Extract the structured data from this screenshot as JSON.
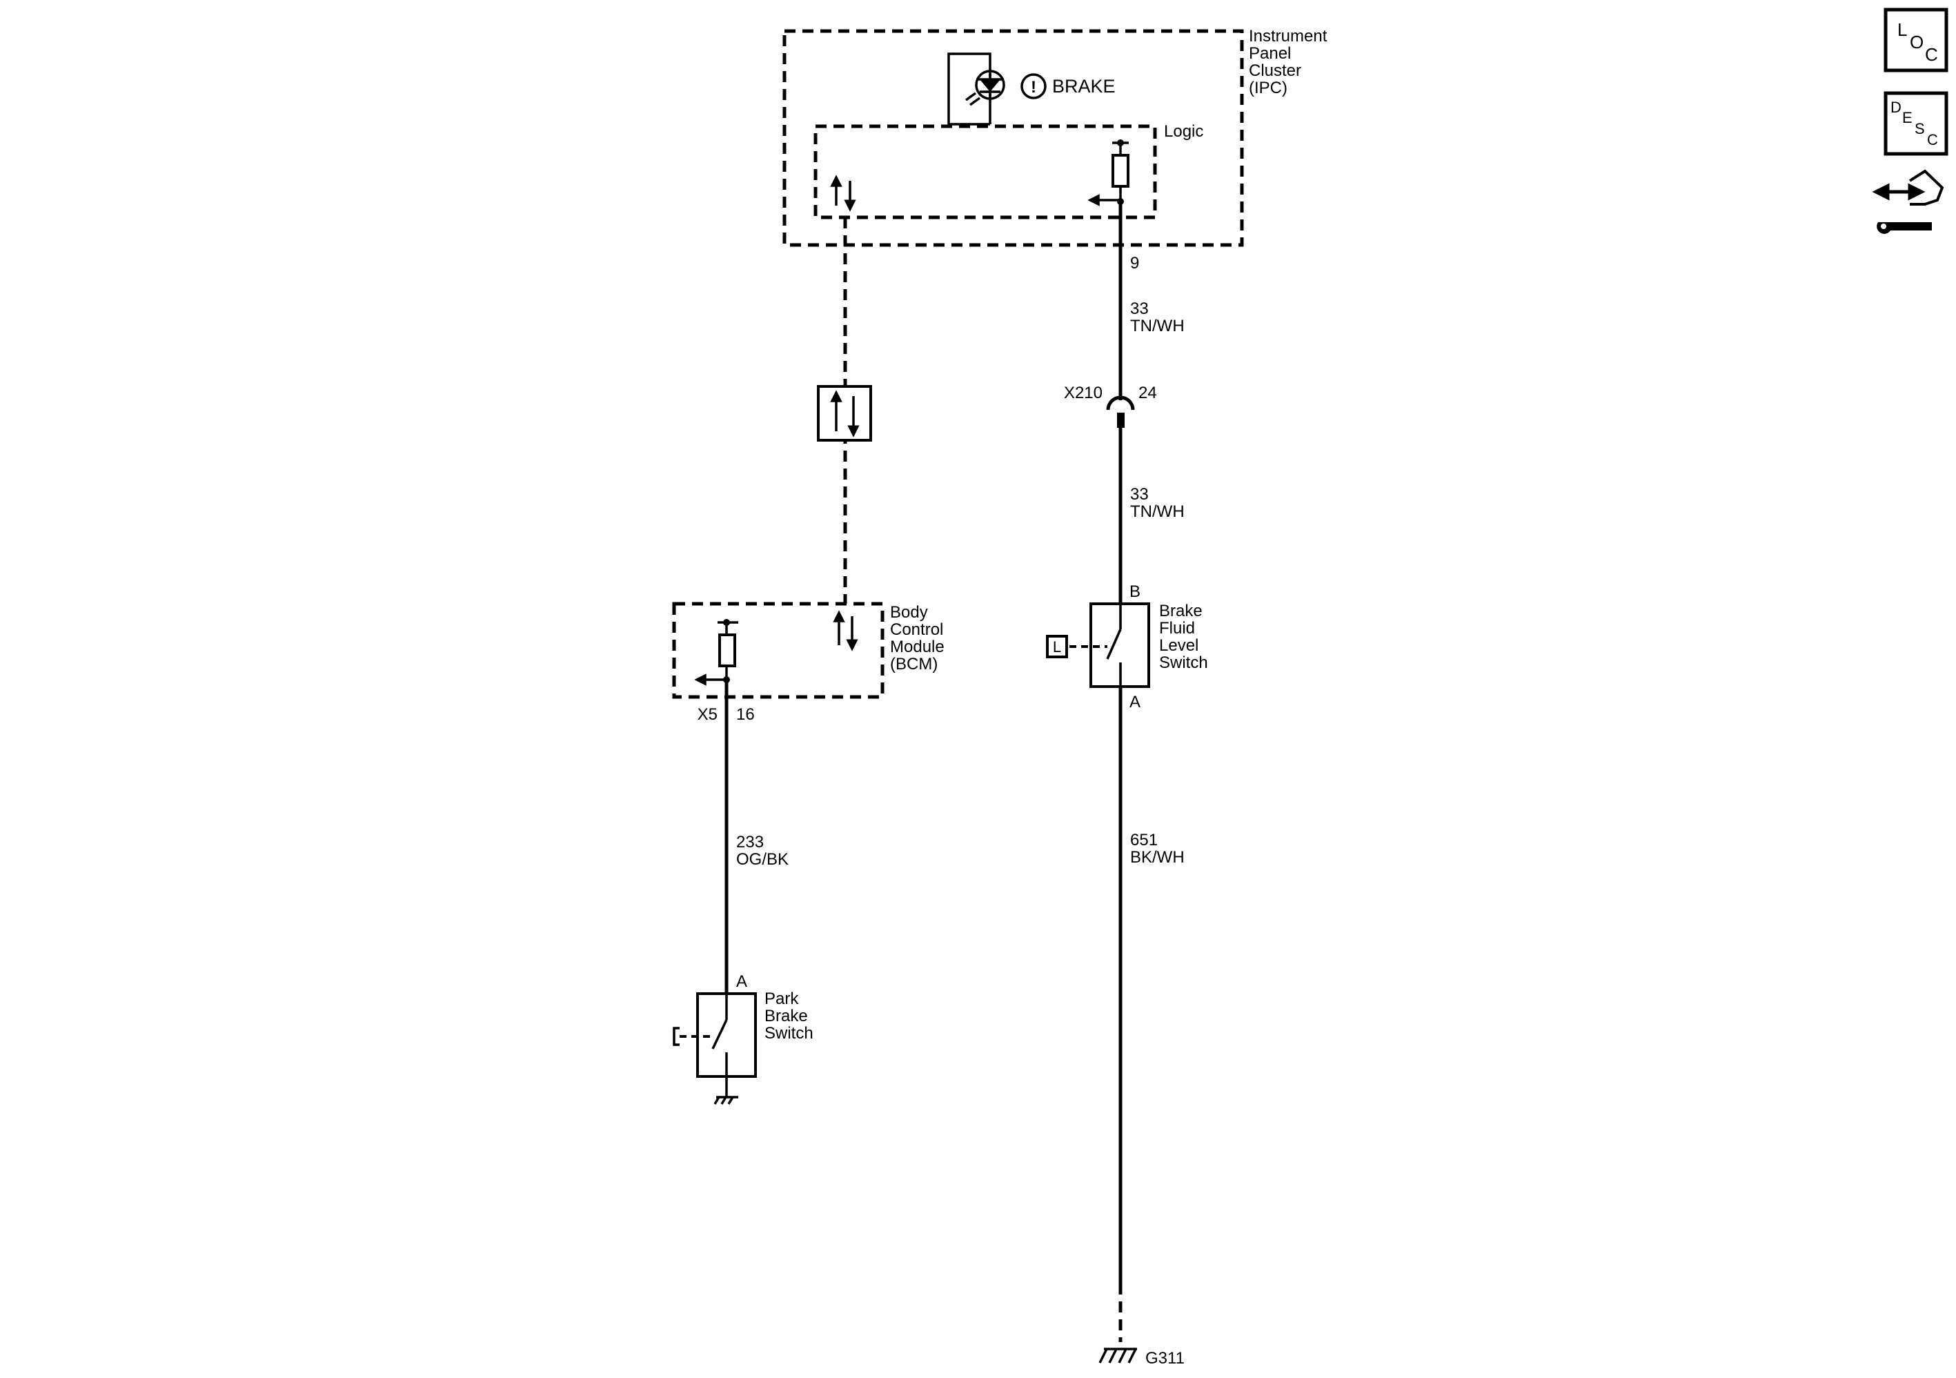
{
  "ipc": {
    "name_lines": [
      "Instrument",
      "Panel",
      "Cluster",
      "(IPC)"
    ],
    "lamp_label": "BRAKE",
    "logic_label": "Logic",
    "pin": "9"
  },
  "wire_ipc_x210": {
    "circuit": "33",
    "color": "TN/WH"
  },
  "connector_x210": {
    "name": "X210",
    "pin": "24"
  },
  "wire_x210_switch": {
    "circuit": "33",
    "color": "TN/WH"
  },
  "brake_fluid_switch": {
    "name_lines": [
      "Brake",
      "Fluid",
      "Level",
      "Switch"
    ],
    "pin_top": "B",
    "pin_bottom": "A",
    "loc_symbol": "L"
  },
  "wire_ground": {
    "circuit": "651",
    "color": "BK/WH"
  },
  "ground": {
    "name": "G311"
  },
  "bcm": {
    "name_lines": [
      "Body",
      "Control",
      "Module",
      "(BCM)"
    ],
    "connector": "X5",
    "pin": "16"
  },
  "wire_park": {
    "circuit": "233",
    "color": "OG/BK"
  },
  "park_switch": {
    "name_lines": [
      "Park",
      "Brake",
      "Switch"
    ],
    "pin": "A"
  },
  "side_icons": [
    {
      "name": "loc-icon",
      "letters": [
        "L",
        "O",
        "C"
      ]
    },
    {
      "name": "desc-icon",
      "letters": [
        "D",
        "E",
        "S",
        "C"
      ]
    },
    {
      "name": "connector-repair-icon"
    }
  ]
}
